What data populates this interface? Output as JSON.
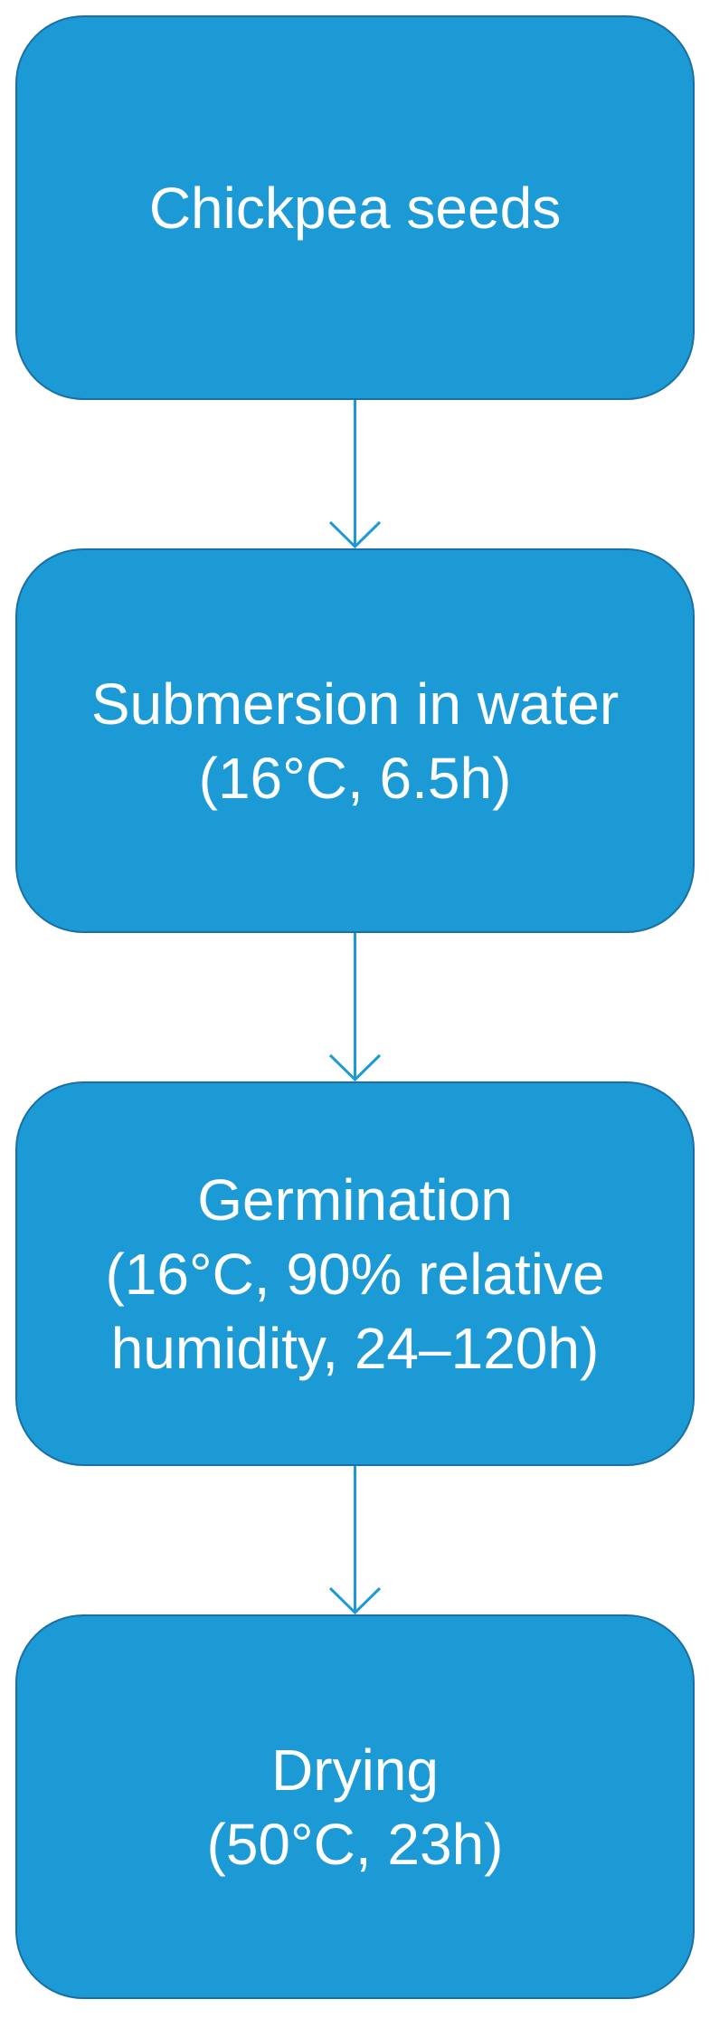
{
  "colors": {
    "box_fill": "#1b9ad6",
    "box_border": "#1a6fa6",
    "arrow": "#1b9ad6",
    "text": "#ffffff"
  },
  "steps": [
    {
      "label": "Chickpea seeds"
    },
    {
      "label": "Submersion in water\n(16°C, 6.5h)"
    },
    {
      "label": "Germination\n(16°C, 90% relative\nhumidity, 24–120h)"
    },
    {
      "label": "Drying\n(50°C, 23h)"
    }
  ]
}
